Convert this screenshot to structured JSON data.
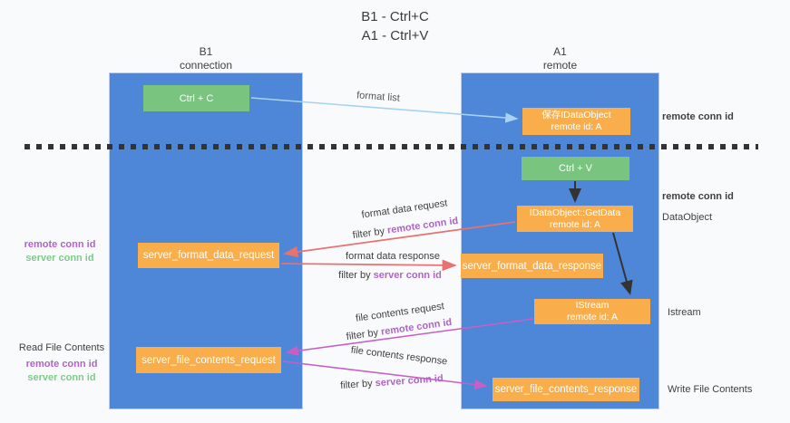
{
  "title": {
    "line1": "B1 - Ctrl+C",
    "line2": "A1 - Ctrl+V"
  },
  "lanes": {
    "left": {
      "name": "B1",
      "subtitle": "connection"
    },
    "right": {
      "name": "A1",
      "subtitle": "remote"
    }
  },
  "nodes": {
    "ctrl_c": "Ctrl + C",
    "ctrl_v": "Ctrl + V",
    "save_dataobject": {
      "line1": "保存IDataObject",
      "line2": "remote id: A"
    },
    "getdata": {
      "line1": "IDataObject::GetData",
      "line2": "remote id: A"
    },
    "istream": {
      "line1": "IStream",
      "line2": "remote id: A"
    },
    "server_format_data_request": "server_format_data_request",
    "server_format_data_response": "server_format_data_response",
    "server_file_contents_request": "server_file_contents_request",
    "server_file_contents_response": "server_file_contents_response"
  },
  "messages": {
    "format_list": "format list",
    "format_data_request": "format data request",
    "format_data_response": "format data response",
    "file_contents_request": "file contents request",
    "file_contents_response": "file contents response",
    "filter_by": "filter by ",
    "remote_conn_id": "remote conn id",
    "server_conn_id": "server conn id"
  },
  "side_labels": {
    "right_top_remote_conn_id": "remote conn id",
    "right_mid_remote_conn_id": "remote conn id",
    "dataobject": "DataObject",
    "istream": "Istream",
    "write_file_contents": "Write File Contents",
    "left_remote_conn_id": "remote conn id",
    "left_server_conn_id": "server conn id",
    "read_file_contents": "Read File Contents",
    "left2_remote_conn_id": "remote conn id",
    "left2_server_conn_id": "server conn id"
  },
  "colors": {
    "lane_blue": "#4e86d8",
    "node_green": "#79c57f",
    "node_orange": "#f9ae4b",
    "arrow_blue": "#a6d3f2",
    "arrow_red": "#e87171",
    "arrow_magenta": "#c75fc7",
    "arrow_black": "#333333",
    "text_purple": "#ae64c8",
    "text_green": "#7fca8c"
  }
}
